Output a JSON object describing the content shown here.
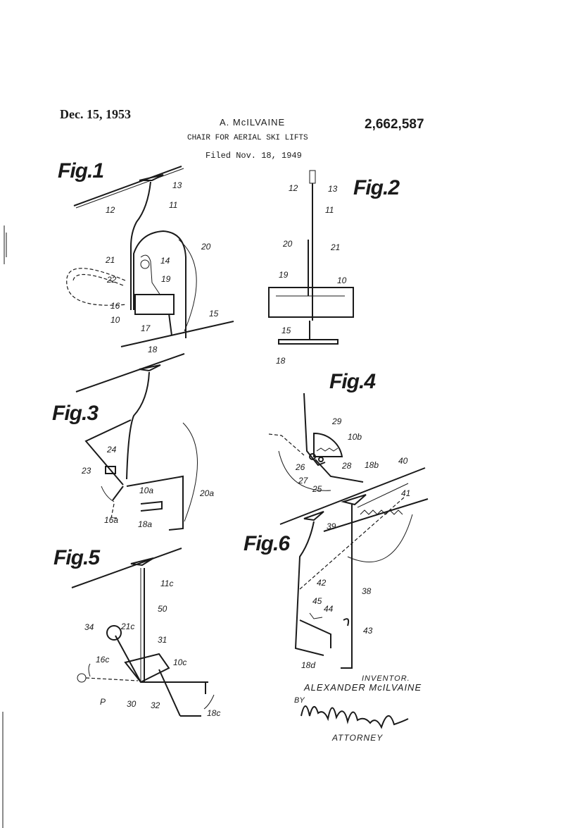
{
  "header": {
    "date": "Dec. 15, 1953",
    "inventor_short": "A. McILVAINE",
    "patent_number": "2,662,587",
    "title": "CHAIR FOR AERIAL SKI LIFTS",
    "filed": "Filed Nov. 18, 1949"
  },
  "figures": {
    "fig1": "Fig.1",
    "fig2": "Fig.2",
    "fig3": "Fig.3",
    "fig4": "Fig.4",
    "fig5": "Fig.5",
    "fig6": "Fig.6"
  },
  "refs": {
    "fig1": [
      "13",
      "12",
      "11",
      "20",
      "21",
      "14",
      "19",
      "22",
      "16",
      "15",
      "10",
      "17",
      "18"
    ],
    "fig2": [
      "12",
      "13",
      "11",
      "20",
      "21",
      "19",
      "10",
      "15",
      "18"
    ],
    "fig3": [
      "24",
      "23",
      "10a",
      "20a",
      "16a",
      "18a"
    ],
    "fig4": [
      "29",
      "10b",
      "26",
      "28",
      "18b",
      "27",
      "25"
    ],
    "fig5": [
      "11c",
      "50",
      "34",
      "21c",
      "31",
      "16c",
      "10c",
      "P",
      "30",
      "32",
      "18c"
    ],
    "fig6": [
      "40",
      "41",
      "39",
      "42",
      "38",
      "45",
      "44",
      "43",
      "18d"
    ]
  },
  "inventor": {
    "label": "INVENTOR.",
    "name": "ALEXANDER McILVAINE",
    "by": "BY",
    "signature": "Worth Wade",
    "attorney": "ATTORNEY"
  }
}
